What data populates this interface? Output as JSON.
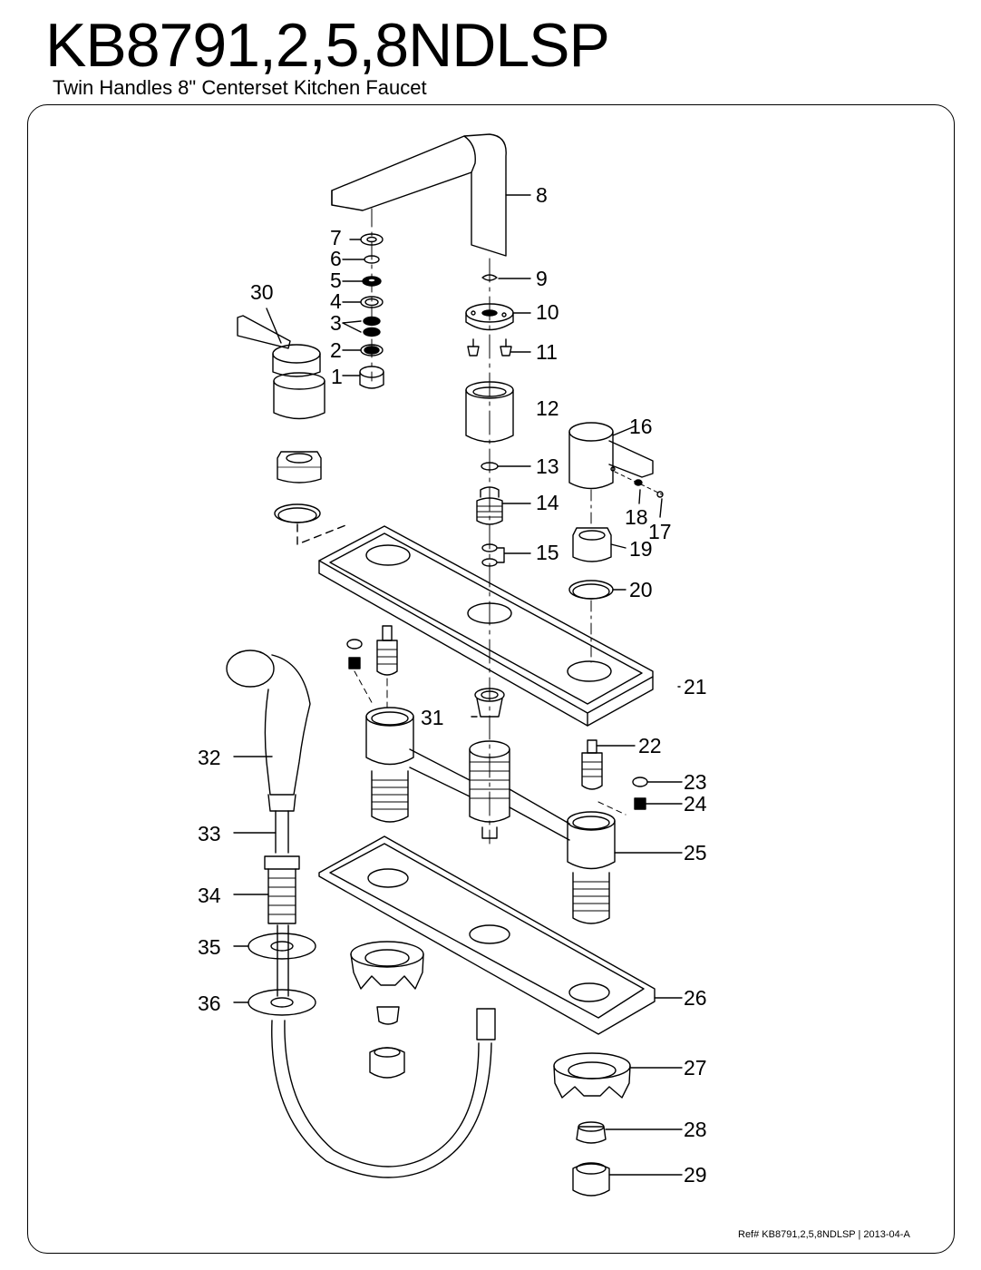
{
  "header": {
    "model": "KB8791,2,5,8NDLSP",
    "subtitle": "Twin Handles 8\" Centerset Kitchen Faucet"
  },
  "footer": {
    "reference": "Ref# KB8791,2,5,8NDLSP | 2013-04-A"
  },
  "callouts": [
    {
      "id": "1",
      "label": "1"
    },
    {
      "id": "2",
      "label": "2"
    },
    {
      "id": "3",
      "label": "3"
    },
    {
      "id": "4",
      "label": "4"
    },
    {
      "id": "5",
      "label": "5"
    },
    {
      "id": "6",
      "label": "6"
    },
    {
      "id": "7",
      "label": "7"
    },
    {
      "id": "8",
      "label": "8"
    },
    {
      "id": "9",
      "label": "9"
    },
    {
      "id": "10",
      "label": "10"
    },
    {
      "id": "11",
      "label": "11"
    },
    {
      "id": "12",
      "label": "12"
    },
    {
      "id": "13",
      "label": "13"
    },
    {
      "id": "14",
      "label": "14"
    },
    {
      "id": "15",
      "label": "15"
    },
    {
      "id": "16",
      "label": "16"
    },
    {
      "id": "17",
      "label": "17"
    },
    {
      "id": "18",
      "label": "18"
    },
    {
      "id": "19",
      "label": "19"
    },
    {
      "id": "20",
      "label": "20"
    },
    {
      "id": "21",
      "label": "21"
    },
    {
      "id": "22",
      "label": "22"
    },
    {
      "id": "23",
      "label": "23"
    },
    {
      "id": "24",
      "label": "24"
    },
    {
      "id": "25",
      "label": "25"
    },
    {
      "id": "26",
      "label": "26"
    },
    {
      "id": "27",
      "label": "27"
    },
    {
      "id": "28",
      "label": "28"
    },
    {
      "id": "29",
      "label": "29"
    },
    {
      "id": "30",
      "label": "30"
    },
    {
      "id": "31",
      "label": "31"
    },
    {
      "id": "32",
      "label": "32"
    },
    {
      "id": "33",
      "label": "33"
    },
    {
      "id": "34",
      "label": "34"
    },
    {
      "id": "35",
      "label": "35"
    },
    {
      "id": "36",
      "label": "36"
    }
  ]
}
